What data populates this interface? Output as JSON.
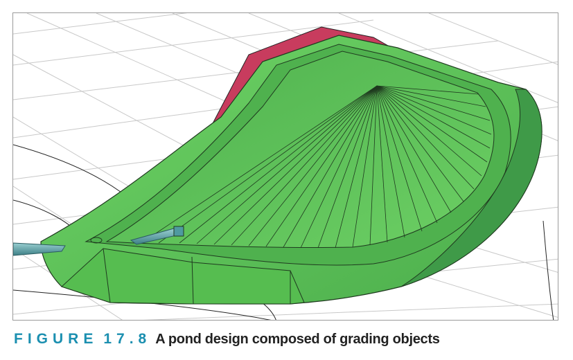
{
  "figure": {
    "label": "FIGURE",
    "number": "17.8",
    "caption": "A pond design composed of grading objects"
  },
  "colors": {
    "frame_border": "#9a9a9a",
    "grid": "#c8c8c8",
    "pond_green": "#5bc653",
    "pond_dark_green": "#3f9a48",
    "slope_red": "#c83c5e",
    "pipe_teal": "#4f9aa0",
    "caption_accent": "#1b8fb0",
    "caption_text": "#222222"
  }
}
